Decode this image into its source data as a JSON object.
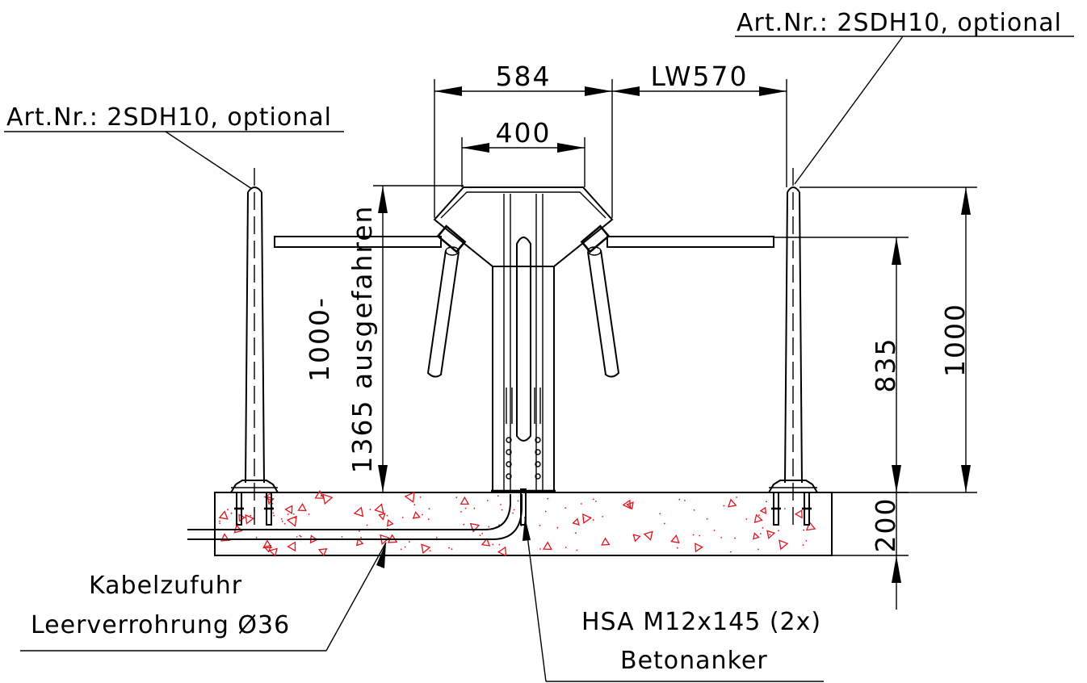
{
  "labels": {
    "art_top_right": "Art.Nr.: 2SDH10, optional",
    "art_top_left": "Art.Nr.: 2SDH10, optional",
    "kabel_line1": "Kabelzufuhr",
    "kabel_line2": "Leerverrohrung Ø36",
    "hsa_line1": "HSA M12x145 (2x)",
    "hsa_line2": "Betonanker"
  },
  "dimensions": {
    "width_584": "584",
    "lw_570": "LW570",
    "width_400": "400",
    "height_1000": "1000",
    "height_835": "835",
    "height_200": "200",
    "height_range_line1": "1000-",
    "height_range_line2": "1365 ausgefahren"
  },
  "colors": {
    "lines": "#000000",
    "concrete_hatch": "#e0141c",
    "background": "#ffffff"
  }
}
